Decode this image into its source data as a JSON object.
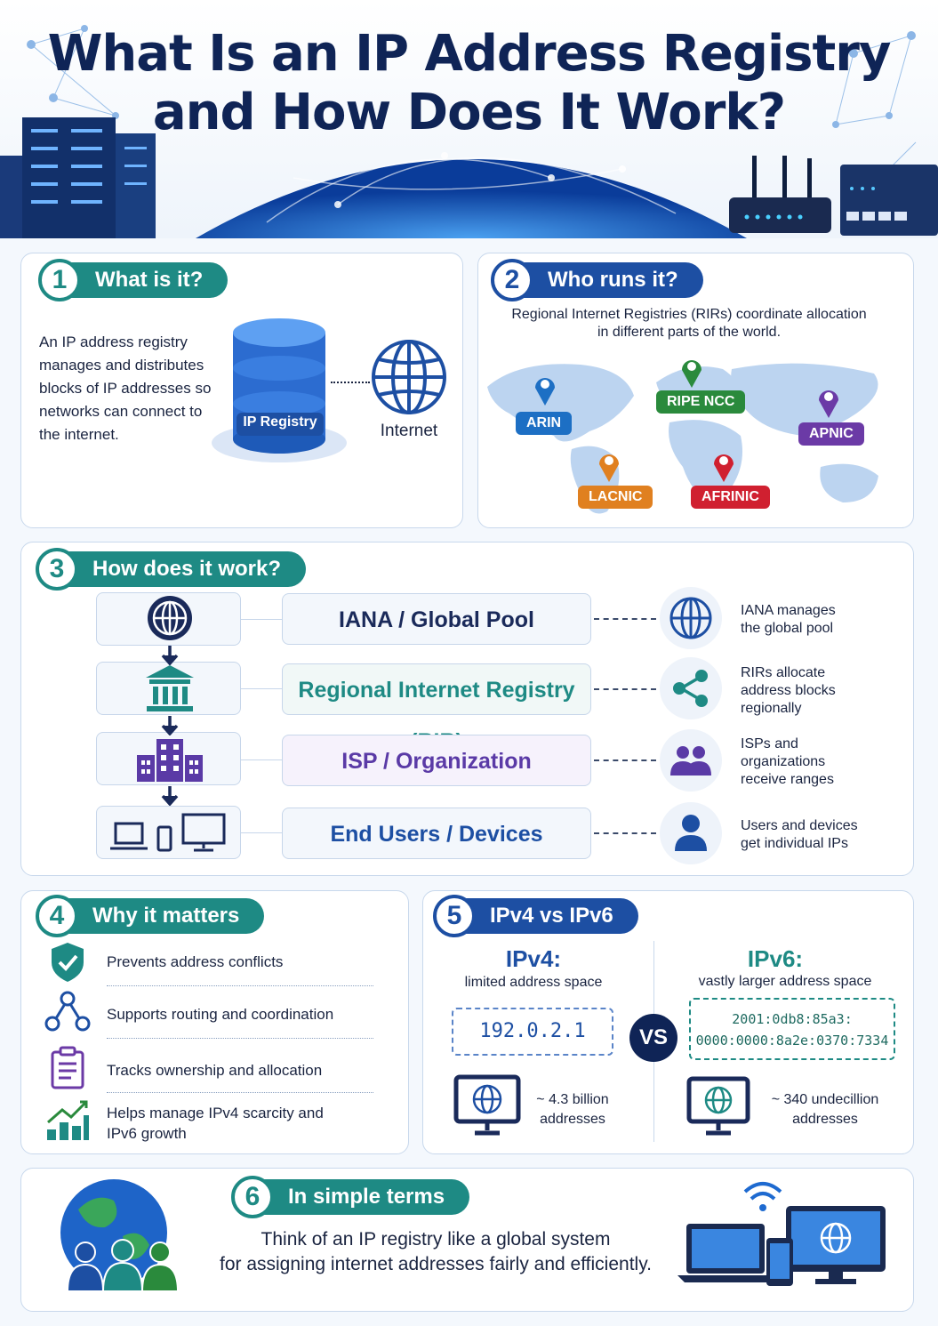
{
  "title": {
    "line1": "What Is an IP Address Registry",
    "line2": "and How Does It Work?"
  },
  "section1": {
    "num": "1",
    "heading": "What is it?",
    "body": "An IP address registry manages and distributes blocks of IP addresses so networks can connect to the internet.",
    "registry_label": "IP Registry",
    "internet_label": "Internet"
  },
  "section2": {
    "num": "2",
    "heading": "Who runs it?",
    "body": "Regional Internet Registries (RIRs) coordinate allocation in different parts of the world.",
    "rirs": [
      {
        "name": "ARIN",
        "color": "#1d6fc4"
      },
      {
        "name": "RIPE NCC",
        "color": "#2a8a3c"
      },
      {
        "name": "APNIC",
        "color": "#6b3aa6"
      },
      {
        "name": "LACNIC",
        "color": "#e08020"
      },
      {
        "name": "AFRINIC",
        "color": "#d02030"
      }
    ]
  },
  "section3": {
    "num": "3",
    "heading": "How does it work?",
    "steps": [
      {
        "label": "IANA / Global Pool",
        "desc": "IANA manages the global pool",
        "color": "#1a2a5a"
      },
      {
        "label": "Regional Internet Registry (RIR)",
        "desc": "RIRs allocate address blocks regionally",
        "color": "#1e8a84"
      },
      {
        "label": "ISP / Organization",
        "desc": "ISPs and organizations receive ranges",
        "color": "#5a3aa6"
      },
      {
        "label": "End Users / Devices",
        "desc": "Users and devices get individual IPs",
        "color": "#1d4fa3"
      }
    ]
  },
  "section4": {
    "num": "4",
    "heading": "Why it matters",
    "items": [
      {
        "text": "Prevents address conflicts"
      },
      {
        "text": "Supports routing and coordination"
      },
      {
        "text": "Tracks ownership and allocation"
      },
      {
        "text": "Helps manage IPv4 scarcity and IPv6 growth"
      }
    ]
  },
  "section5": {
    "num": "5",
    "heading": "IPv4 vs IPv6",
    "ipv4": {
      "title": "IPv4:",
      "subtitle": "limited address space",
      "example": "192.0.2.1",
      "count": "~ 4.3 billion addresses"
    },
    "vs": "VS",
    "ipv6": {
      "title": "IPv6:",
      "subtitle": "vastly larger address space",
      "example_line1": "2001:0db8:85a3:",
      "example_line2": "0000:0000:8a2e:0370:7334",
      "count": "~ 340 undecillion addresses"
    }
  },
  "section6": {
    "num": "6",
    "heading": "In simple terms",
    "line1": "Think of an IP registry like a global system",
    "line2": "for assigning internet addresses fairly and efficiently."
  },
  "colors": {
    "navy": "#0f2456",
    "teal": "#1e8a84",
    "blue": "#1d4fa3",
    "purple": "#5a3aa6"
  }
}
